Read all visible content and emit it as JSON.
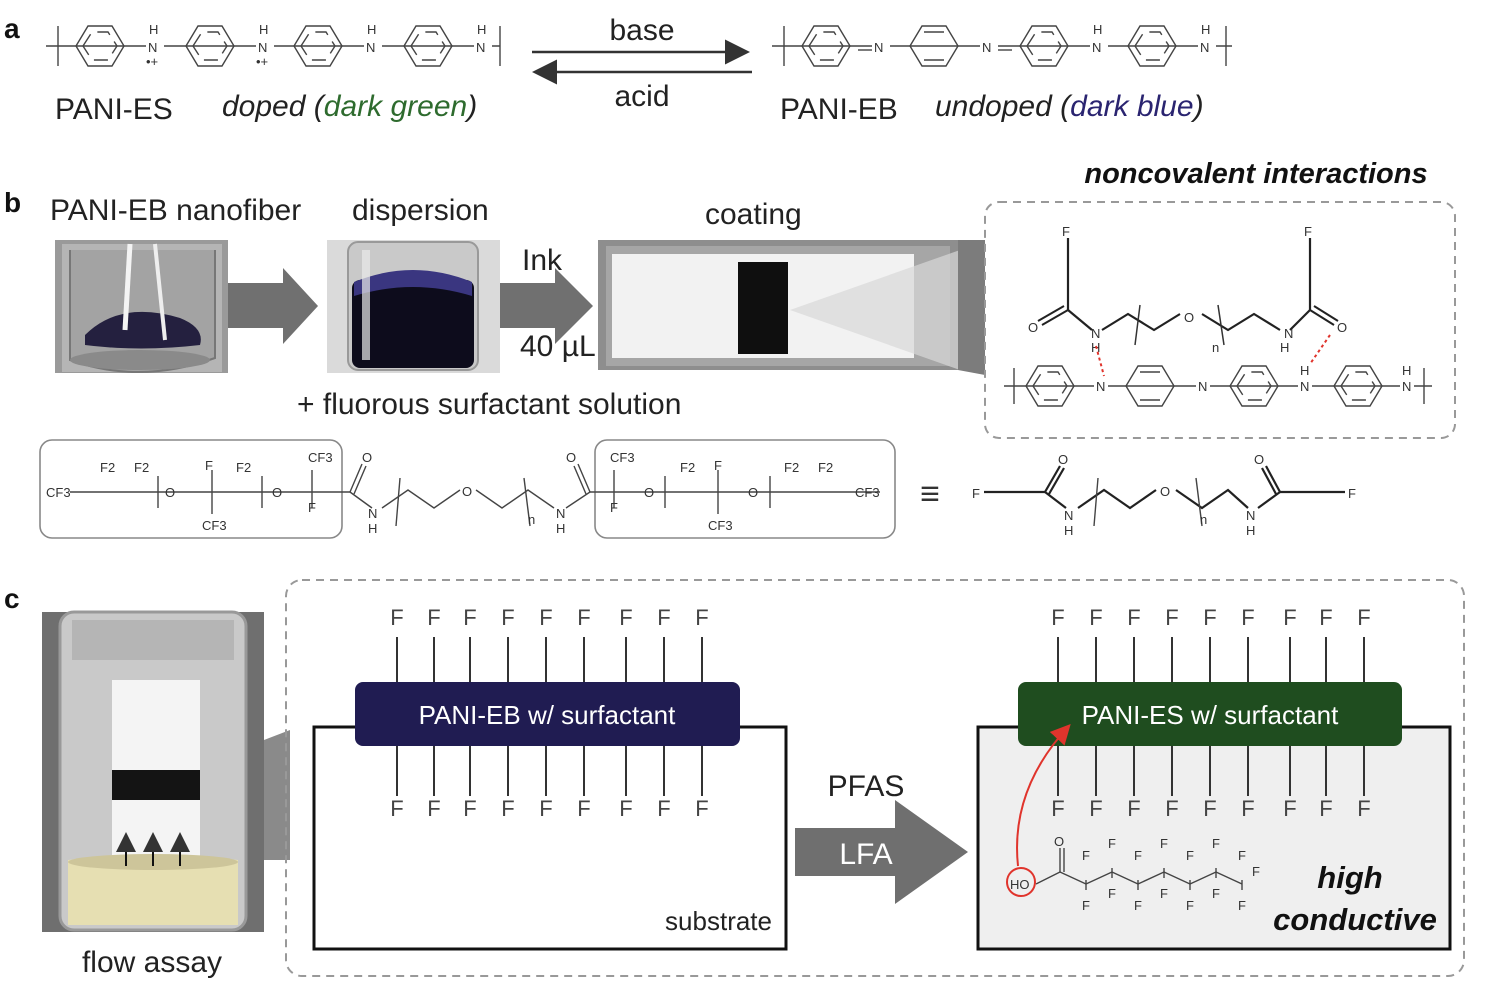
{
  "panels": {
    "a": "a",
    "b": "b",
    "c": "c"
  },
  "panel_a": {
    "reaction_top": "base",
    "reaction_bottom": "acid",
    "left_name": "PANI-ES",
    "left_state": "doped",
    "left_color_label": "dark green",
    "right_name": "PANI-EB",
    "right_state": "undoped",
    "right_color_label": "dark blue",
    "paren_open": "(",
    "paren_close": ")",
    "colors": {
      "dark_green": "#2e6b2e",
      "dark_blue": "#2a2470"
    }
  },
  "panel_b": {
    "step1": "PANI-EB nanofiber",
    "step2": "dispersion",
    "ink": "Ink",
    "volume": "40 µL",
    "step3": "coating",
    "additive": "+ fluorous surfactant solution",
    "noncovalent_title": "noncovalent interactions",
    "equivalence_symbol": "≡",
    "atoms": {
      "F": "F",
      "O": "O",
      "N": "N",
      "H": "H",
      "n": "n",
      "CF3": "CF3",
      "F2": "F2"
    }
  },
  "panel_c": {
    "photo_label": "flow assay",
    "left_layer": "PANI-EB w/ surfactant",
    "right_layer": "PANI-ES w/ surfactant",
    "arrow_top": "PFAS",
    "arrow_bottom": "LFA",
    "substrate": "substrate",
    "result_line1": "high",
    "result_line2": "conductive",
    "ho": "HO",
    "f_atom": "F",
    "o_atom": "O",
    "colors": {
      "eb_layer": "#201c52",
      "es_layer": "#1f4d1f",
      "highlight": "#e0342c"
    }
  }
}
